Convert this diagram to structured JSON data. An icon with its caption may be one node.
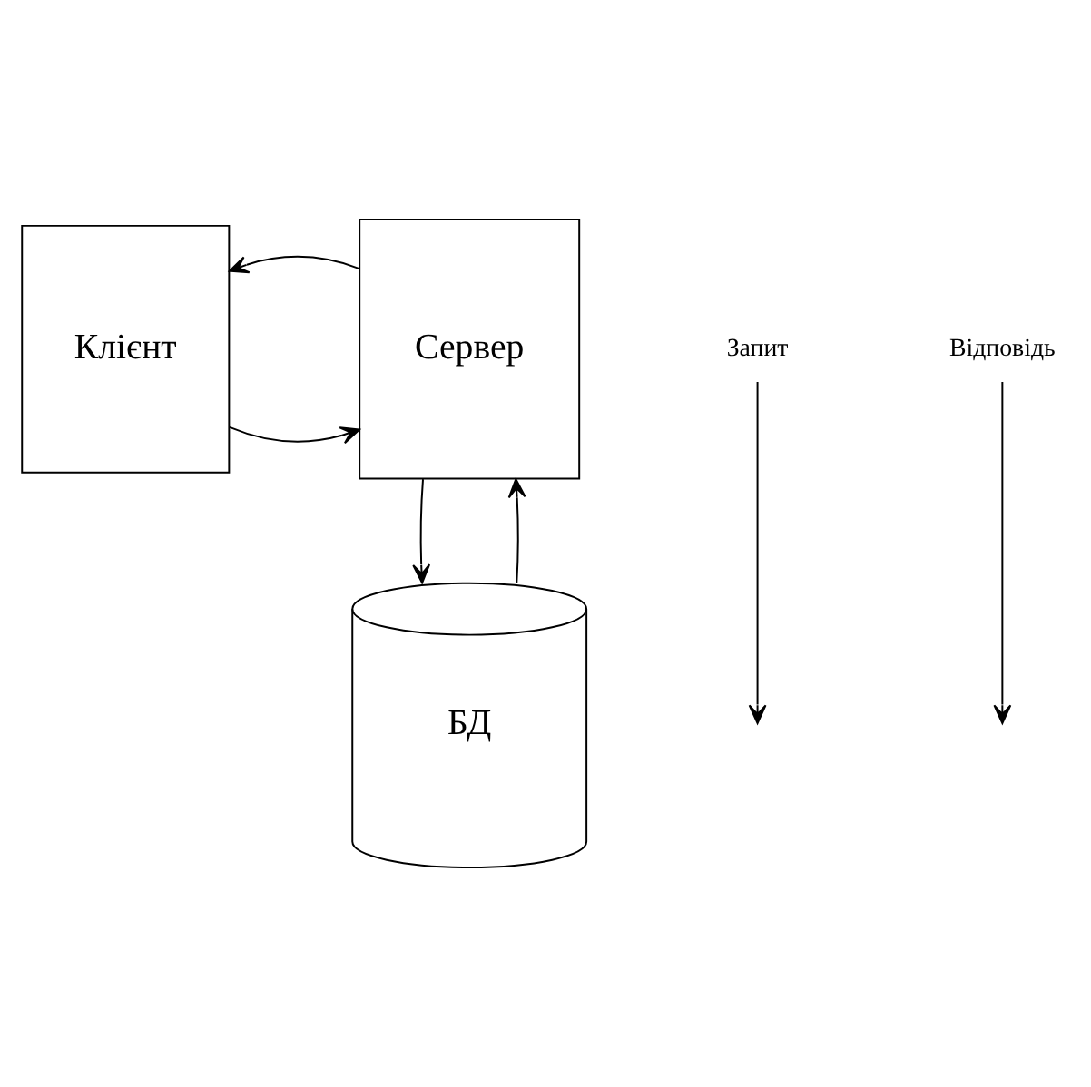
{
  "diagram": {
    "nodes": [
      {
        "text": [
          "Клієнт"
        ]
      },
      {
        "text": [
          "Сервер"
        ]
      },
      {
        "text": [
          "БД"
        ]
      },
      {
        "text": [
          "Запит"
        ]
      },
      {
        "text": [
          "Відповідь"
        ]
      }
    ],
    "edges": [
      {
        "from": 0,
        "to": 1,
        "arrow": "to"
      },
      {
        "from": 1,
        "to": 0,
        "arrow": "to"
      },
      {
        "from": 1,
        "to": 2,
        "arrow": "to"
      },
      {
        "from": 2,
        "to": 1,
        "arrow": "to"
      },
      {
        "from": 3,
        "to": null,
        "arrow": "to"
      },
      {
        "from": 4,
        "to": null,
        "arrow": "to"
      }
    ]
  }
}
